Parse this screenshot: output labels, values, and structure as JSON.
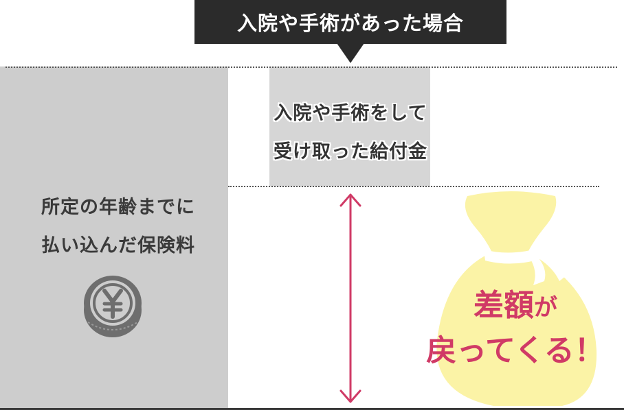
{
  "header": {
    "label": "入院や手術があった場合"
  },
  "benefit": {
    "line1": "入院や手術をして",
    "line2": "受け取った給付金"
  },
  "premium": {
    "line1": "所定の年齢までに",
    "line2": "払い込んだ保険料"
  },
  "difference": {
    "line1_main": "差額",
    "line1_tail": "が",
    "line2": "戻ってくる！"
  },
  "colors": {
    "header_bg": "#2b2b2b",
    "premium_column": "#cdcdcd",
    "benefit_column": "#d6d6d6",
    "accent": "#d03a66",
    "money_bag": "#fbf3a6"
  },
  "icons": [
    "yen-coin-icon",
    "double-arrow-icon",
    "money-bag-icon"
  ]
}
